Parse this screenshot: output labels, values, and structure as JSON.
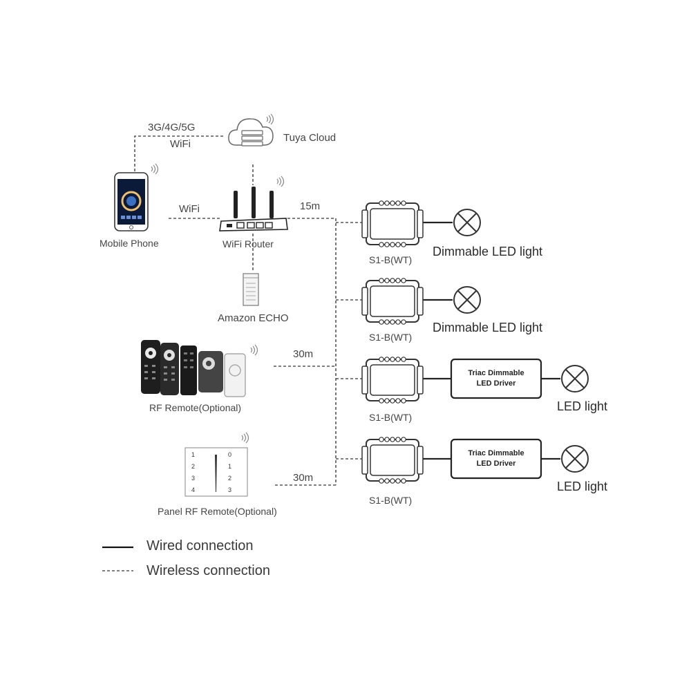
{
  "network": {
    "mobile_link_label_1": "3G/4G/5G",
    "mobile_link_label_2": "WiFi",
    "cloud_label": "Tuya Cloud",
    "phone_label": "Mobile Phone",
    "phone_router_link_label": "WiFi",
    "router_label": "WiFi Router",
    "router_distance_label": "15m",
    "echo_label": "Amazon ECHO"
  },
  "remotes": {
    "rf_remote_label": "RF Remote(Optional)",
    "rf_distance_label": "30m",
    "panel_label": "Panel RF Remote(Optional)",
    "panel_distance_label": "30m",
    "panel_keys_left": [
      "1",
      "2",
      "3",
      "4"
    ],
    "panel_keys_right": [
      "0",
      "1",
      "2",
      "3"
    ]
  },
  "receivers": [
    {
      "device_label": "S1-B(WT)",
      "load_label": "Dimmable LED light"
    },
    {
      "device_label": "S1-B(WT)",
      "load_label": "Dimmable LED light"
    },
    {
      "device_label": "S1-B(WT)",
      "driver_line1": "Triac Dimmable",
      "driver_line2": "LED Driver",
      "load_label": "LED light"
    },
    {
      "device_label": "S1-B(WT)",
      "driver_line1": "Triac Dimmable",
      "driver_line2": "LED Driver",
      "load_label": "LED light"
    }
  ],
  "legend": {
    "wired_label": "Wired connection",
    "wireless_label": "Wireless connection"
  }
}
